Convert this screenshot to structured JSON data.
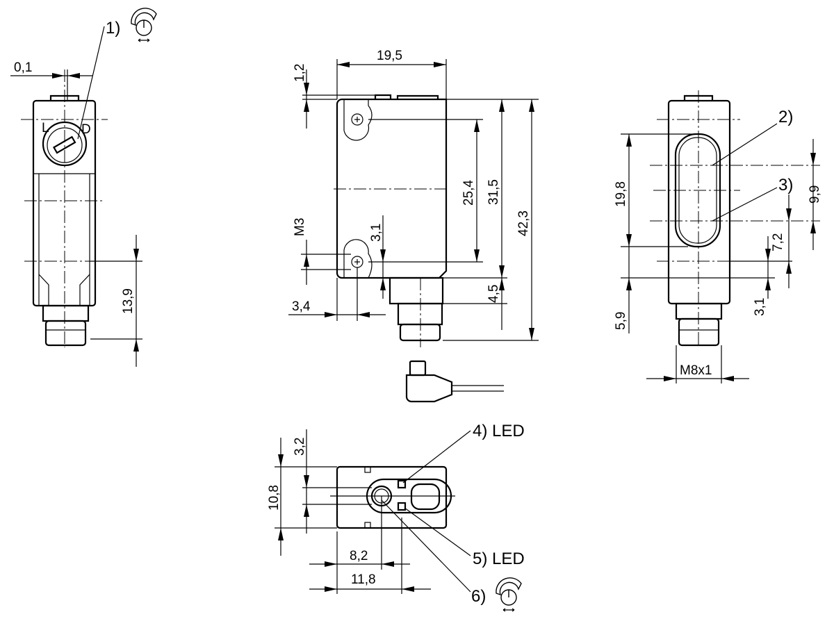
{
  "title": "Sensor dimensional drawing",
  "side_view_left": {
    "dim_offset": "0,1",
    "dim_connector_height": "13,9",
    "callout_1": "1)",
    "knob_label_left": "L",
    "knob_label_right": "D"
  },
  "front_view": {
    "dim_width": "19,5",
    "dim_top": "1,2",
    "dim_hole_spacing": "25,4",
    "dim_body_height": "31,5",
    "dim_total_height": "42,3",
    "dim_plate": "4,5",
    "dim_thread": "M3",
    "dim_hole_offset_v": "3,1",
    "dim_hole_offset_h": "3,4"
  },
  "side_view_right": {
    "callout_2": "2)",
    "callout_3": "3)",
    "dim_window": "19,8",
    "dim_optical_axis": "9,9",
    "dim_lower": "7,2",
    "dim_bottom_a": "5,9",
    "dim_bottom_b": "3,1",
    "connector_thread": "M8x1"
  },
  "top_view": {
    "dim_height": "10,8",
    "dim_led_spacing": "3,2",
    "dim_lens_pos": "8,2",
    "dim_led_pos": "11,8",
    "callout_4": "4) LED",
    "callout_5": "5) LED",
    "callout_6": "6)"
  }
}
